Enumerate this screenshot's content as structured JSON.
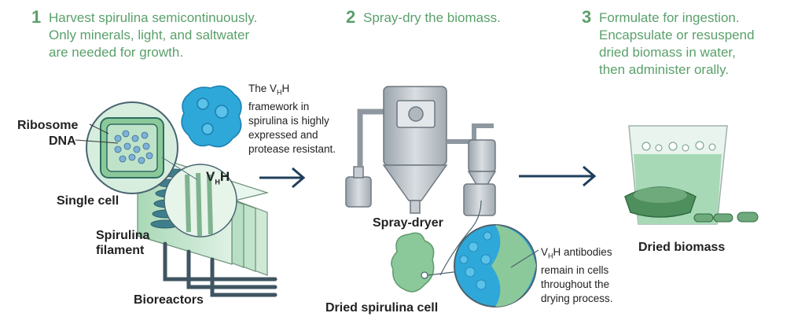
{
  "steps": [
    {
      "number": "1",
      "text": "Harvest spirulina semicontinuously.\nOnly minerals, light, and saltwater\nare needed for growth."
    },
    {
      "number": "2",
      "text": "Spray-dry the biomass."
    },
    {
      "number": "3",
      "text": "Formulate for ingestion.\nEncapsulate or resuspend\ndried biomass in water,\nthen administer orally."
    }
  ],
  "labels": {
    "ribosome": "Ribosome",
    "dna": "DNA",
    "single_cell": "Single cell",
    "spirulina_filament": "Spirulina\nfilament",
    "bioreactors": "Bioreactors",
    "vhh": "V",
    "vhh_sub": "H",
    "vhh_tail": "H",
    "spray_dryer": "Spray-dryer",
    "dried_cell": "Dried spirulina cell",
    "dried_biomass": "Dried biomass"
  },
  "notes": {
    "framework": {
      "lines": [
        "The V",
        "framework in",
        "spirulina is highly",
        "expressed and",
        "protease resistant."
      ],
      "sub": "H",
      "tail": "H"
    },
    "antibodies": {
      "lines": [
        "V",
        "remain in cells",
        "throughout the",
        "drying process."
      ],
      "sub": "H",
      "tail": "H antibodies"
    }
  },
  "colors": {
    "step_green": "#5aa06b",
    "arrow_navy": "#1f3f5b",
    "protein_blue": "#2ea8d8",
    "spirulina_green": "#8cc99a",
    "dryer_gray": "#b9c0c6"
  },
  "icons": [
    "protein-structure-icon",
    "cell-icon",
    "spray-dryer-icon",
    "cup-icon",
    "capsule-icon"
  ]
}
